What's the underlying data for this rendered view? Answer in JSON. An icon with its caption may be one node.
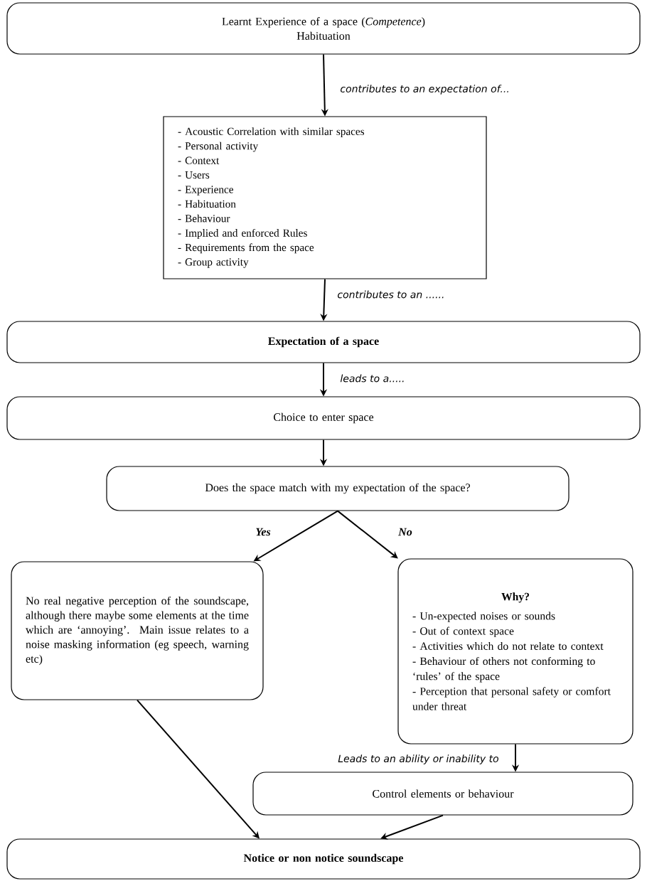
{
  "diagram": {
    "nodes": [
      {
        "text": [
          "Learnt Experience of a space (*Competence*)",
          "Habituation"
        ]
      },
      {
        "text": [
          "- Acoustic Correlation with similar spaces",
          "- Personal activity",
          "- Context",
          "- Users",
          "- Experience",
          "- Habituation",
          "- Behaviour",
          "- Implied and enforced Rules",
          "- Requirements from the space",
          "- Group activity"
        ]
      },
      {
        "text": [
          "Expectation of a space"
        ]
      },
      {
        "text": [
          "Choice to enter space"
        ]
      },
      {
        "text": [
          "Does the space match with my expectation of the space?"
        ]
      },
      {
        "text": [
          "No real negative perception of the soundscape, although there maybe some elements at the time which are ‘annoying’. Main issue relates to a noise masking information (eg speech, warning etc)"
        ]
      },
      {
        "text": [
          "Why?",
          "- Un-expected noises or sounds",
          "- Out of context space",
          "- Activities which do not relate to context",
          "- Behaviour of others not conforming to ‘rules’ of the space",
          "- Perception that personal safety or comfort under threat"
        ]
      },
      {
        "text": [
          "Control elements or behaviour"
        ]
      },
      {
        "text": [
          "Notice or non notice soundscape"
        ]
      }
    ],
    "edges": [
      {
        "from": 0,
        "to": 1,
        "arrow": "to",
        "label": "contributes to an expectation of..."
      },
      {
        "from": 1,
        "to": 2,
        "arrow": "to",
        "label": "contributes to an ......"
      },
      {
        "from": 2,
        "to": 3,
        "arrow": "to",
        "label": "leads to a....."
      },
      {
        "from": 3,
        "to": 4,
        "arrow": "to"
      },
      {
        "from": 4,
        "to": 5,
        "arrow": "to",
        "label": "Yes"
      },
      {
        "from": 4,
        "to": 6,
        "arrow": "to",
        "label": "No"
      },
      {
        "from": 5,
        "to": 8,
        "arrow": "to"
      },
      {
        "from": 6,
        "to": 7,
        "arrow": "to",
        "label": "Leads to an ability or inability to"
      },
      {
        "from": 7,
        "to": 8,
        "arrow": "to"
      }
    ]
  }
}
